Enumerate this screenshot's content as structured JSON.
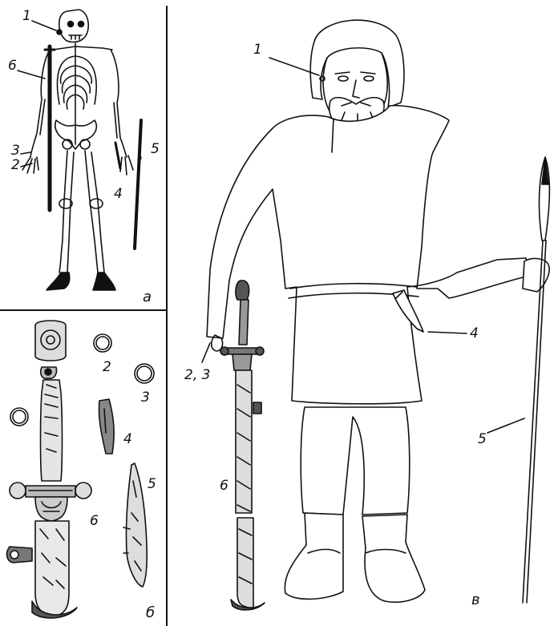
{
  "panels": {
    "a": {
      "letter": "а"
    },
    "b": {
      "letter": "б"
    },
    "v": {
      "letter": "в"
    }
  },
  "labels": {
    "a": {
      "l1": "1",
      "l2": "2",
      "l3": "3",
      "l4": "4",
      "l5": "5",
      "l6": "6"
    },
    "b": {
      "l2": "2",
      "l3": "3",
      "l4": "4",
      "l5": "5",
      "l6": "6"
    },
    "v": {
      "l1": "1",
      "l23": "2, 3",
      "l4": "4",
      "l5": "5",
      "l6": "6"
    }
  },
  "colors": {
    "ink": "#111111",
    "paper": "#ffffff"
  }
}
